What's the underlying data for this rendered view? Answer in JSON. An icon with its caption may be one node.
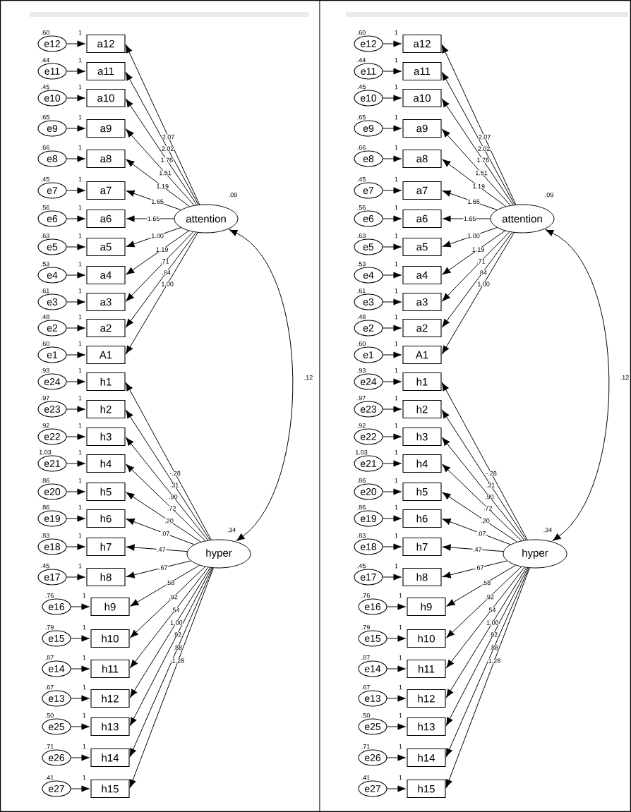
{
  "diagram": {
    "nodes": [
      {
        "text": [
          "e12"
        ],
        "beside": [
          ".60"
        ]
      },
      {
        "text": [
          "a12"
        ]
      },
      {
        "text": [
          "e11"
        ],
        "beside": [
          ".44"
        ]
      },
      {
        "text": [
          "a11"
        ]
      },
      {
        "text": [
          "e10"
        ],
        "beside": [
          ".45"
        ]
      },
      {
        "text": [
          "a10"
        ]
      },
      {
        "text": [
          "e9"
        ],
        "beside": [
          ".65"
        ]
      },
      {
        "text": [
          "a9"
        ]
      },
      {
        "text": [
          "e8"
        ],
        "beside": [
          ".66"
        ]
      },
      {
        "text": [
          "a8"
        ]
      },
      {
        "text": [
          "e7"
        ],
        "beside": [
          ".45"
        ]
      },
      {
        "text": [
          "a7"
        ]
      },
      {
        "text": [
          "e6"
        ],
        "beside": [
          ".56"
        ]
      },
      {
        "text": [
          "a6"
        ]
      },
      {
        "text": [
          "e5"
        ],
        "beside": [
          ".63"
        ]
      },
      {
        "text": [
          "a5"
        ]
      },
      {
        "text": [
          "e4"
        ],
        "beside": [
          ".53"
        ]
      },
      {
        "text": [
          "a4"
        ]
      },
      {
        "text": [
          "e3"
        ],
        "beside": [
          ".61"
        ]
      },
      {
        "text": [
          "a3"
        ]
      },
      {
        "text": [
          "e2"
        ],
        "beside": [
          ".48"
        ]
      },
      {
        "text": [
          "a2"
        ]
      },
      {
        "text": [
          "e1"
        ],
        "beside": [
          ".60"
        ]
      },
      {
        "text": [
          "A1"
        ]
      },
      {
        "text": [
          "e24"
        ],
        "beside": [
          ".93"
        ]
      },
      {
        "text": [
          "h1"
        ]
      },
      {
        "text": [
          "e23"
        ],
        "beside": [
          ".97"
        ]
      },
      {
        "text": [
          "h2"
        ]
      },
      {
        "text": [
          "e22"
        ],
        "beside": [
          ".92"
        ]
      },
      {
        "text": [
          "h3"
        ]
      },
      {
        "text": [
          "e21"
        ],
        "beside": [
          "1.03"
        ]
      },
      {
        "text": [
          "h4"
        ]
      },
      {
        "text": [
          "e20"
        ],
        "beside": [
          ".86"
        ]
      },
      {
        "text": [
          "h5"
        ]
      },
      {
        "text": [
          "e19"
        ],
        "beside": [
          ".86"
        ]
      },
      {
        "text": [
          "h6"
        ]
      },
      {
        "text": [
          "e18"
        ],
        "beside": [
          ".83"
        ]
      },
      {
        "text": [
          "h7"
        ]
      },
      {
        "text": [
          "e17"
        ],
        "beside": [
          ".45"
        ]
      },
      {
        "text": [
          "h8"
        ]
      },
      {
        "text": [
          "e16"
        ],
        "beside": [
          ".76"
        ]
      },
      {
        "text": [
          "h9"
        ]
      },
      {
        "text": [
          "e15"
        ],
        "beside": [
          ".79"
        ]
      },
      {
        "text": [
          "h10"
        ]
      },
      {
        "text": [
          "e14"
        ],
        "beside": [
          ".87"
        ]
      },
      {
        "text": [
          "h11"
        ]
      },
      {
        "text": [
          "e13"
        ],
        "beside": [
          ".67"
        ]
      },
      {
        "text": [
          "h12"
        ]
      },
      {
        "text": [
          "e25"
        ],
        "beside": [
          ".50"
        ]
      },
      {
        "text": [
          "h13"
        ]
      },
      {
        "text": [
          "e26"
        ],
        "beside": [
          ".71"
        ]
      },
      {
        "text": [
          "h14"
        ]
      },
      {
        "text": [
          "e27"
        ],
        "beside": [
          ".41"
        ]
      },
      {
        "text": [
          "h15"
        ]
      },
      {
        "text": [
          "attention"
        ],
        "beside": [
          ".09"
        ]
      },
      {
        "text": [
          "hyper"
        ],
        "beside": [
          ".34"
        ]
      },
      {
        "text": [
          "e12"
        ],
        "beside": [
          ".60"
        ]
      },
      {
        "text": [
          "a12"
        ]
      },
      {
        "text": [
          "e11"
        ],
        "beside": [
          ".44"
        ]
      },
      {
        "text": [
          "a11"
        ]
      },
      {
        "text": [
          "e10"
        ],
        "beside": [
          ".45"
        ]
      },
      {
        "text": [
          "a10"
        ]
      },
      {
        "text": [
          "e9"
        ],
        "beside": [
          ".65"
        ]
      },
      {
        "text": [
          "a9"
        ]
      },
      {
        "text": [
          "e8"
        ],
        "beside": [
          ".66"
        ]
      },
      {
        "text": [
          "a8"
        ]
      },
      {
        "text": [
          "e7"
        ],
        "beside": [
          ".45"
        ]
      },
      {
        "text": [
          "a7"
        ]
      },
      {
        "text": [
          "e6"
        ],
        "beside": [
          ".56"
        ]
      },
      {
        "text": [
          "a6"
        ]
      },
      {
        "text": [
          "e5"
        ],
        "beside": [
          ".63"
        ]
      },
      {
        "text": [
          "a5"
        ]
      },
      {
        "text": [
          "e4"
        ],
        "beside": [
          ".53"
        ]
      },
      {
        "text": [
          "a4"
        ]
      },
      {
        "text": [
          "e3"
        ],
        "beside": [
          ".61"
        ]
      },
      {
        "text": [
          "a3"
        ]
      },
      {
        "text": [
          "e2"
        ],
        "beside": [
          ".48"
        ]
      },
      {
        "text": [
          "a2"
        ]
      },
      {
        "text": [
          "e1"
        ],
        "beside": [
          ".60"
        ]
      },
      {
        "text": [
          "A1"
        ]
      },
      {
        "text": [
          "e24"
        ],
        "beside": [
          ".93"
        ]
      },
      {
        "text": [
          "h1"
        ]
      },
      {
        "text": [
          "e23"
        ],
        "beside": [
          ".97"
        ]
      },
      {
        "text": [
          "h2"
        ]
      },
      {
        "text": [
          "e22"
        ],
        "beside": [
          ".92"
        ]
      },
      {
        "text": [
          "h3"
        ]
      },
      {
        "text": [
          "e21"
        ],
        "beside": [
          "1.03"
        ]
      },
      {
        "text": [
          "h4"
        ]
      },
      {
        "text": [
          "e20"
        ],
        "beside": [
          ".86"
        ]
      },
      {
        "text": [
          "h5"
        ]
      },
      {
        "text": [
          "e19"
        ],
        "beside": [
          ".86"
        ]
      },
      {
        "text": [
          "h6"
        ]
      },
      {
        "text": [
          "e18"
        ],
        "beside": [
          ".83"
        ]
      },
      {
        "text": [
          "h7"
        ]
      },
      {
        "text": [
          "e17"
        ],
        "beside": [
          ".45"
        ]
      },
      {
        "text": [
          "h8"
        ]
      },
      {
        "text": [
          "e16"
        ],
        "beside": [
          ".76"
        ]
      },
      {
        "text": [
          "h9"
        ]
      },
      {
        "text": [
          "e15"
        ],
        "beside": [
          ".79"
        ]
      },
      {
        "text": [
          "h10"
        ]
      },
      {
        "text": [
          "e14"
        ],
        "beside": [
          ".87"
        ]
      },
      {
        "text": [
          "h11"
        ]
      },
      {
        "text": [
          "e13"
        ],
        "beside": [
          ".67"
        ]
      },
      {
        "text": [
          "h12"
        ]
      },
      {
        "text": [
          "e25"
        ],
        "beside": [
          ".50"
        ]
      },
      {
        "text": [
          "h13"
        ]
      },
      {
        "text": [
          "e26"
        ],
        "beside": [
          ".71"
        ]
      },
      {
        "text": [
          "h14"
        ]
      },
      {
        "text": [
          "e27"
        ],
        "beside": [
          ".41"
        ]
      },
      {
        "text": [
          "h15"
        ]
      },
      {
        "text": [
          "attention"
        ],
        "beside": [
          ".09"
        ]
      },
      {
        "text": [
          "hyper"
        ],
        "beside": [
          ".34"
        ]
      }
    ],
    "edges": [
      {
        "from": 0,
        "to": 1,
        "arrow": "to",
        "label": "1"
      },
      {
        "from": 2,
        "to": 3,
        "arrow": "to",
        "label": "1"
      },
      {
        "from": 4,
        "to": 5,
        "arrow": "to",
        "label": "1"
      },
      {
        "from": 6,
        "to": 7,
        "arrow": "to",
        "label": "1"
      },
      {
        "from": 8,
        "to": 9,
        "arrow": "to",
        "label": "1"
      },
      {
        "from": 10,
        "to": 11,
        "arrow": "to",
        "label": "1"
      },
      {
        "from": 12,
        "to": 13,
        "arrow": "to",
        "label": "1"
      },
      {
        "from": 14,
        "to": 15,
        "arrow": "to",
        "label": "1"
      },
      {
        "from": 16,
        "to": 17,
        "arrow": "to",
        "label": "1"
      },
      {
        "from": 18,
        "to": 19,
        "arrow": "to",
        "label": "1"
      },
      {
        "from": 20,
        "to": 21,
        "arrow": "to",
        "label": "1"
      },
      {
        "from": 22,
        "to": 23,
        "arrow": "to",
        "label": "1"
      },
      {
        "from": 24,
        "to": 25,
        "arrow": "to",
        "label": "1"
      },
      {
        "from": 26,
        "to": 27,
        "arrow": "to",
        "label": "1"
      },
      {
        "from": 28,
        "to": 29,
        "arrow": "to",
        "label": "1"
      },
      {
        "from": 30,
        "to": 31,
        "arrow": "to",
        "label": "1"
      },
      {
        "from": 32,
        "to": 33,
        "arrow": "to",
        "label": "1"
      },
      {
        "from": 34,
        "to": 35,
        "arrow": "to",
        "label": "1"
      },
      {
        "from": 36,
        "to": 37,
        "arrow": "to",
        "label": "1"
      },
      {
        "from": 38,
        "to": 39,
        "arrow": "to",
        "label": "1"
      },
      {
        "from": 40,
        "to": 41,
        "arrow": "to",
        "label": "1"
      },
      {
        "from": 42,
        "to": 43,
        "arrow": "to",
        "label": "1"
      },
      {
        "from": 44,
        "to": 45,
        "arrow": "to",
        "label": "1"
      },
      {
        "from": 46,
        "to": 47,
        "arrow": "to",
        "label": "1"
      },
      {
        "from": 48,
        "to": 49,
        "arrow": "to",
        "label": "1"
      },
      {
        "from": 50,
        "to": 51,
        "arrow": "to",
        "label": "1"
      },
      {
        "from": 52,
        "to": 53,
        "arrow": "to",
        "label": "1"
      },
      {
        "from": 54,
        "to": 1,
        "arrow": "to",
        "label": "2.07"
      },
      {
        "from": 54,
        "to": 3,
        "arrow": "to",
        "label": "2.02"
      },
      {
        "from": 54,
        "to": 5,
        "arrow": "to",
        "label": "1.76"
      },
      {
        "from": 54,
        "to": 7,
        "arrow": "to",
        "label": "1.51"
      },
      {
        "from": 54,
        "to": 9,
        "arrow": "to",
        "label": "1.19"
      },
      {
        "from": 54,
        "to": 11,
        "arrow": "to",
        "label": "1.65"
      },
      {
        "from": 54,
        "to": 13,
        "arrow": "to",
        "label": "1.65"
      },
      {
        "from": 54,
        "to": 15,
        "arrow": "to",
        "label": "1.00"
      },
      {
        "from": 54,
        "to": 17,
        "arrow": "to",
        "label": "1.19"
      },
      {
        "from": 54,
        "to": 19,
        "arrow": "to",
        "label": ".71"
      },
      {
        "from": 54,
        "to": 21,
        "arrow": "to",
        "label": ".84"
      },
      {
        "from": 54,
        "to": 23,
        "arrow": "to",
        "label": "1.00"
      },
      {
        "from": 55,
        "to": 25,
        "arrow": "to",
        "label": "-.28"
      },
      {
        "from": 55,
        "to": 27,
        "arrow": "to",
        "label": ".31"
      },
      {
        "from": 55,
        "to": 29,
        "arrow": "to",
        "label": ".90"
      },
      {
        "from": 55,
        "to": 31,
        "arrow": "to",
        "label": ".72"
      },
      {
        "from": 55,
        "to": 33,
        "arrow": "to",
        "label": ".20"
      },
      {
        "from": 55,
        "to": 35,
        "arrow": "to",
        "label": ".07"
      },
      {
        "from": 55,
        "to": 37,
        "arrow": "to",
        "label": ".47"
      },
      {
        "from": 55,
        "to": 39,
        "arrow": "to",
        "label": ".67"
      },
      {
        "from": 55,
        "to": 41,
        "arrow": "to",
        "label": ".58"
      },
      {
        "from": 55,
        "to": 43,
        "arrow": "to",
        "label": ".92"
      },
      {
        "from": 55,
        "to": 45,
        "arrow": "to",
        "label": ".54"
      },
      {
        "from": 55,
        "to": 47,
        "arrow": "to",
        "label": "1.00"
      },
      {
        "from": 55,
        "to": 49,
        "arrow": "to",
        "label": ".92"
      },
      {
        "from": 55,
        "to": 51,
        "arrow": "to",
        "label": ".88"
      },
      {
        "from": 55,
        "to": 53,
        "arrow": "to",
        "label": "1.28"
      },
      {
        "from": 54,
        "to": 55,
        "arrow": "both",
        "label": ".12"
      },
      {
        "from": 56,
        "to": 57,
        "arrow": "to",
        "label": "1"
      },
      {
        "from": 58,
        "to": 59,
        "arrow": "to",
        "label": "1"
      },
      {
        "from": 60,
        "to": 61,
        "arrow": "to",
        "label": "1"
      },
      {
        "from": 62,
        "to": 63,
        "arrow": "to",
        "label": "1"
      },
      {
        "from": 64,
        "to": 65,
        "arrow": "to",
        "label": "1"
      },
      {
        "from": 66,
        "to": 67,
        "arrow": "to",
        "label": "1"
      },
      {
        "from": 68,
        "to": 69,
        "arrow": "to",
        "label": "1"
      },
      {
        "from": 70,
        "to": 71,
        "arrow": "to",
        "label": "1"
      },
      {
        "from": 72,
        "to": 73,
        "arrow": "to",
        "label": "1"
      },
      {
        "from": 74,
        "to": 75,
        "arrow": "to",
        "label": "1"
      },
      {
        "from": 76,
        "to": 77,
        "arrow": "to",
        "label": "1"
      },
      {
        "from": 78,
        "to": 79,
        "arrow": "to",
        "label": "1"
      },
      {
        "from": 80,
        "to": 81,
        "arrow": "to",
        "label": "1"
      },
      {
        "from": 82,
        "to": 83,
        "arrow": "to",
        "label": "1"
      },
      {
        "from": 84,
        "to": 85,
        "arrow": "to",
        "label": "1"
      },
      {
        "from": 86,
        "to": 87,
        "arrow": "to",
        "label": "1"
      },
      {
        "from": 88,
        "to": 89,
        "arrow": "to",
        "label": "1"
      },
      {
        "from": 90,
        "to": 91,
        "arrow": "to",
        "label": "1"
      },
      {
        "from": 92,
        "to": 93,
        "arrow": "to",
        "label": "1"
      },
      {
        "from": 94,
        "to": 95,
        "arrow": "to",
        "label": "1"
      },
      {
        "from": 96,
        "to": 97,
        "arrow": "to",
        "label": "1"
      },
      {
        "from": 98,
        "to": 99,
        "arrow": "to",
        "label": "1"
      },
      {
        "from": 100,
        "to": 101,
        "arrow": "to",
        "label": "1"
      },
      {
        "from": 102,
        "to": 103,
        "arrow": "to",
        "label": "1"
      },
      {
        "from": 104,
        "to": 105,
        "arrow": "to",
        "label": "1"
      },
      {
        "from": 106,
        "to": 107,
        "arrow": "to",
        "label": "1"
      },
      {
        "from": 108,
        "to": 109,
        "arrow": "to",
        "label": "1"
      },
      {
        "from": 110,
        "to": 57,
        "arrow": "to",
        "label": "2.07"
      },
      {
        "from": 110,
        "to": 59,
        "arrow": "to",
        "label": "2.02"
      },
      {
        "from": 110,
        "to": 61,
        "arrow": "to",
        "label": "1.76"
      },
      {
        "from": 110,
        "to": 63,
        "arrow": "to",
        "label": "1.51"
      },
      {
        "from": 110,
        "to": 65,
        "arrow": "to",
        "label": "1.19"
      },
      {
        "from": 110,
        "to": 67,
        "arrow": "to",
        "label": "1.65"
      },
      {
        "from": 110,
        "to": 69,
        "arrow": "to",
        "label": "1.65"
      },
      {
        "from": 110,
        "to": 71,
        "arrow": "to",
        "label": "1.00"
      },
      {
        "from": 110,
        "to": 73,
        "arrow": "to",
        "label": "1.19"
      },
      {
        "from": 110,
        "to": 75,
        "arrow": "to",
        "label": ".71"
      },
      {
        "from": 110,
        "to": 77,
        "arrow": "to",
        "label": ".84"
      },
      {
        "from": 110,
        "to": 79,
        "arrow": "to",
        "label": "1.00"
      },
      {
        "from": 111,
        "to": 81,
        "arrow": "to",
        "label": "-.28"
      },
      {
        "from": 111,
        "to": 83,
        "arrow": "to",
        "label": ".31"
      },
      {
        "from": 111,
        "to": 85,
        "arrow": "to",
        "label": ".90"
      },
      {
        "from": 111,
        "to": 87,
        "arrow": "to",
        "label": ".72"
      },
      {
        "from": 111,
        "to": 89,
        "arrow": "to",
        "label": ".20"
      },
      {
        "from": 111,
        "to": 91,
        "arrow": "to",
        "label": ".07"
      },
      {
        "from": 111,
        "to": 93,
        "arrow": "to",
        "label": ".47"
      },
      {
        "from": 111,
        "to": 95,
        "arrow": "to",
        "label": ".67"
      },
      {
        "from": 111,
        "to": 97,
        "arrow": "to",
        "label": ".58"
      },
      {
        "from": 111,
        "to": 99,
        "arrow": "to",
        "label": ".92"
      },
      {
        "from": 111,
        "to": 101,
        "arrow": "to",
        "label": ".54"
      },
      {
        "from": 111,
        "to": 103,
        "arrow": "to",
        "label": "1.00"
      },
      {
        "from": 111,
        "to": 105,
        "arrow": "to",
        "label": ".92"
      },
      {
        "from": 111,
        "to": 107,
        "arrow": "to",
        "label": ".88"
      },
      {
        "from": 111,
        "to": 109,
        "arrow": "to",
        "label": "1.28"
      },
      {
        "from": 110,
        "to": 111,
        "arrow": "both",
        "label": ".12"
      }
    ]
  }
}
